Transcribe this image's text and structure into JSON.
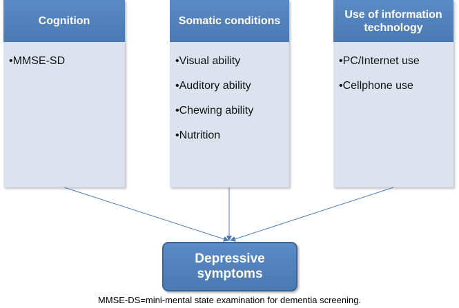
{
  "boxes": [
    {
      "title": "Cognition",
      "items": [
        "•MMSE-SD"
      ]
    },
    {
      "title": "Somatic conditions",
      "items": [
        "•Visual ability",
        "•Auditory ability",
        "•Chewing ability",
        "•Nutrition"
      ]
    },
    {
      "title": "Use of information technology",
      "items": [
        "•PC/Internet use",
        "•Cellphone use"
      ]
    }
  ],
  "outcome": {
    "label": "Depressive symptoms"
  },
  "footnote": "MMSE-DS=mini-mental state examination for dementia screening.",
  "colors": {
    "header_fill": "#4f81bd",
    "body_fill": "#dde3ee",
    "arrow": "#4a79b2"
  }
}
